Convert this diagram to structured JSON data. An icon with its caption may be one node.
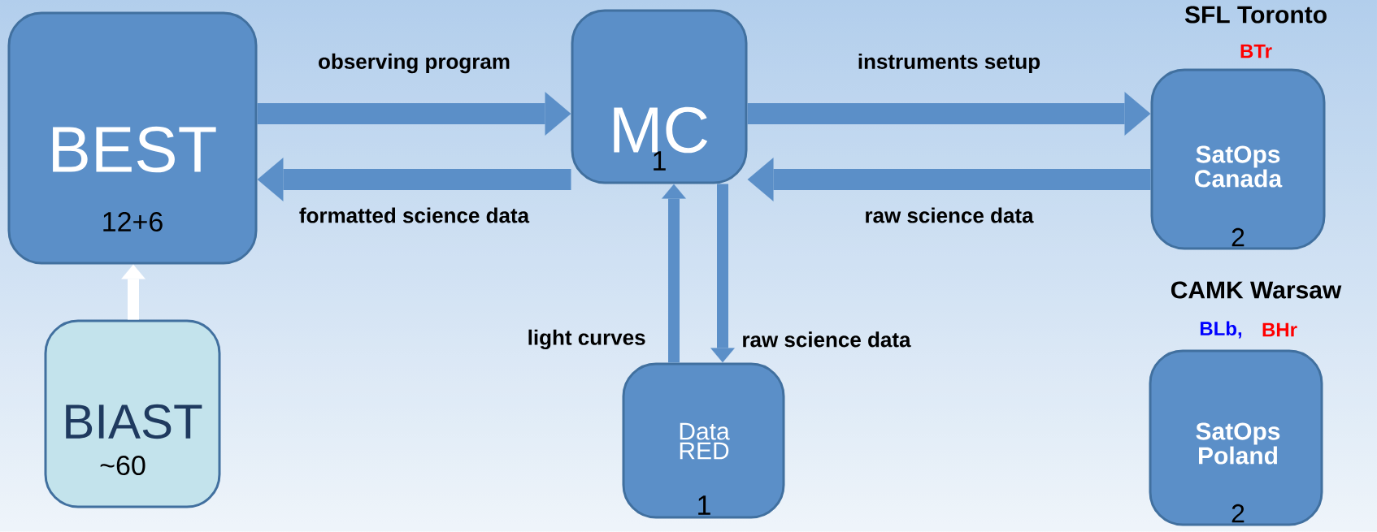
{
  "diagram": {
    "nodes": [
      {
        "text": [
          "BEST",
          "12+6"
        ]
      },
      {
        "text": [
          "BIAST",
          "~60"
        ]
      },
      {
        "text": [
          "MC",
          "1"
        ]
      },
      {
        "text": [
          "Data RED",
          "1"
        ]
      },
      {
        "text": [
          "SFL Toronto",
          "BTr",
          "SatOps Canada",
          "2"
        ]
      },
      {
        "text": [
          "CAMK Warsaw",
          "BLb,",
          "BHr",
          "SatOps Poland",
          "2"
        ]
      }
    ],
    "edges": [
      {
        "from": 0,
        "to": 2,
        "arrow": "to",
        "label": "observing program"
      },
      {
        "from": 2,
        "to": 0,
        "arrow": "to",
        "label": "formatted science data"
      },
      {
        "from": 2,
        "to": 4,
        "arrow": "to",
        "label": "instruments setup"
      },
      {
        "from": 4,
        "to": 2,
        "arrow": "to",
        "label": "raw science data"
      },
      {
        "from": 1,
        "to": 0,
        "arrow": "to",
        "color": "#ffffff"
      },
      {
        "from": 3,
        "to": 2,
        "arrow": "to",
        "label": "light curves"
      },
      {
        "from": 2,
        "to": 3,
        "arrow": "to",
        "label": "raw science data"
      }
    ]
  }
}
